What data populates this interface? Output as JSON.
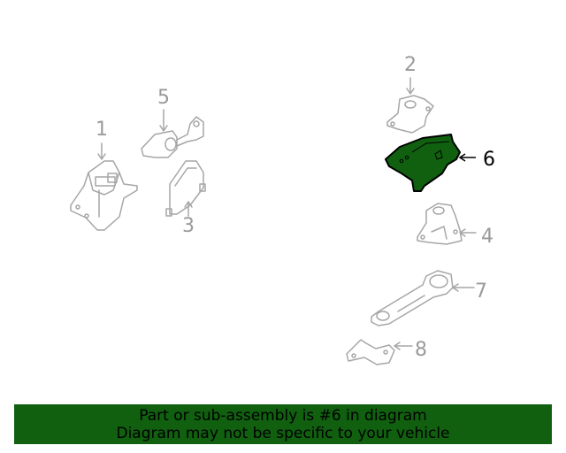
{
  "diagram": {
    "parts": [
      {
        "number": "1",
        "label": "1",
        "highlighted": false
      },
      {
        "number": "2",
        "label": "2",
        "highlighted": false
      },
      {
        "number": "3",
        "label": "3",
        "highlighted": false
      },
      {
        "number": "4",
        "label": "4",
        "highlighted": false
      },
      {
        "number": "5",
        "label": "5",
        "highlighted": false
      },
      {
        "number": "6",
        "label": "6",
        "highlighted": true
      },
      {
        "number": "7",
        "label": "7",
        "highlighted": false
      },
      {
        "number": "8",
        "label": "8",
        "highlighted": false
      }
    ],
    "colors": {
      "line": "#a6a6a6",
      "highlight_fill": "#106010",
      "highlight_stroke": "#000000",
      "banner": "#106010"
    }
  },
  "banner": {
    "line1": "Part or sub-assembly is #6 in diagram",
    "line2": "Diagram may not be specific to your vehicle"
  }
}
